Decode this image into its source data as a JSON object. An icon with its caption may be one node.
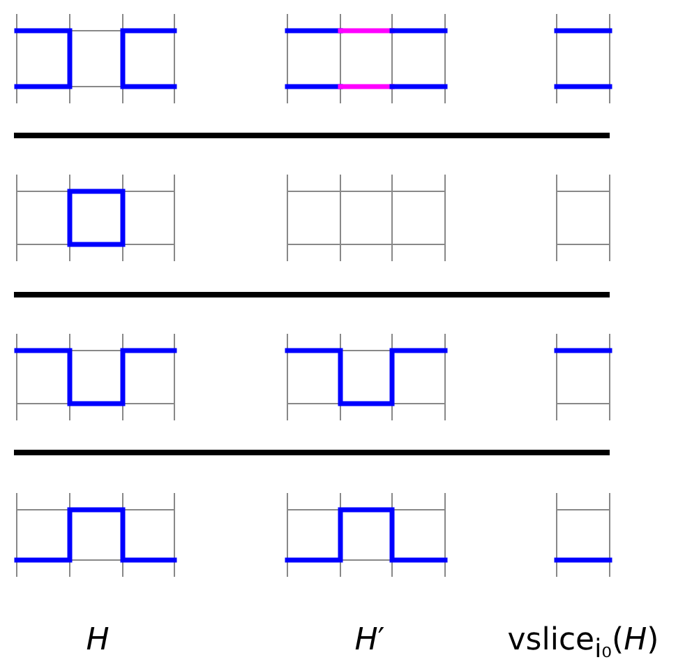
{
  "diagram": {
    "labels": [
      "H",
      "*H*′",
      "vslice$_{i₀}$(*H*)"
    ]
  }
}
